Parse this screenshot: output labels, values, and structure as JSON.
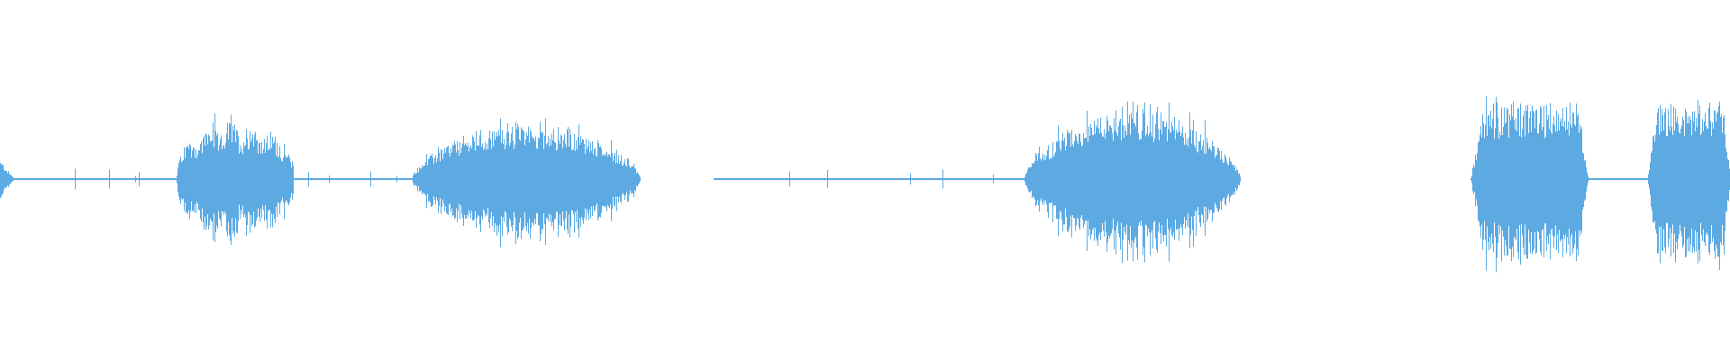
{
  "waveform": {
    "color": "#5DAAE3",
    "background": "#ffffff",
    "segments": [
      {
        "label": "edge-burst",
        "start": 0.0,
        "end": 0.008,
        "peak": 0.28,
        "shape": "spike"
      },
      {
        "label": "silence-1",
        "start": 0.008,
        "end": 0.102,
        "peak": 0.0,
        "shape": "flat"
      },
      {
        "label": "burst-1",
        "start": 0.102,
        "end": 0.173,
        "peak": 0.85,
        "shape": "bumpy"
      },
      {
        "label": "silence-2",
        "start": 0.173,
        "end": 0.238,
        "peak": 0.0,
        "shape": "flat"
      },
      {
        "label": "burst-2",
        "start": 0.238,
        "end": 0.37,
        "peak": 0.8,
        "shape": "dome"
      },
      {
        "label": "gap-1",
        "start": 0.37,
        "end": 0.412,
        "peak": 0.0,
        "shape": "none"
      },
      {
        "label": "silence-3",
        "start": 0.412,
        "end": 0.592,
        "peak": 0.0,
        "shape": "flat"
      },
      {
        "label": "burst-3",
        "start": 0.592,
        "end": 0.717,
        "peak": 1.0,
        "shape": "dome"
      },
      {
        "label": "gap-2",
        "start": 0.717,
        "end": 0.845,
        "peak": 0.0,
        "shape": "none"
      },
      {
        "label": "burst-4",
        "start": 0.85,
        "end": 0.918,
        "peak": 1.1,
        "shape": "tall"
      },
      {
        "label": "silence-4",
        "start": 0.918,
        "end": 0.952,
        "peak": 0.0,
        "shape": "flat"
      },
      {
        "label": "burst-5",
        "start": 0.952,
        "end": 1.0,
        "peak": 1.1,
        "shape": "tall"
      }
    ],
    "minor_spikes": [
      0.043,
      0.063,
      0.078,
      0.08,
      0.178,
      0.19,
      0.214,
      0.229,
      0.456,
      0.478,
      0.526,
      0.545,
      0.574,
      0.703
    ]
  }
}
